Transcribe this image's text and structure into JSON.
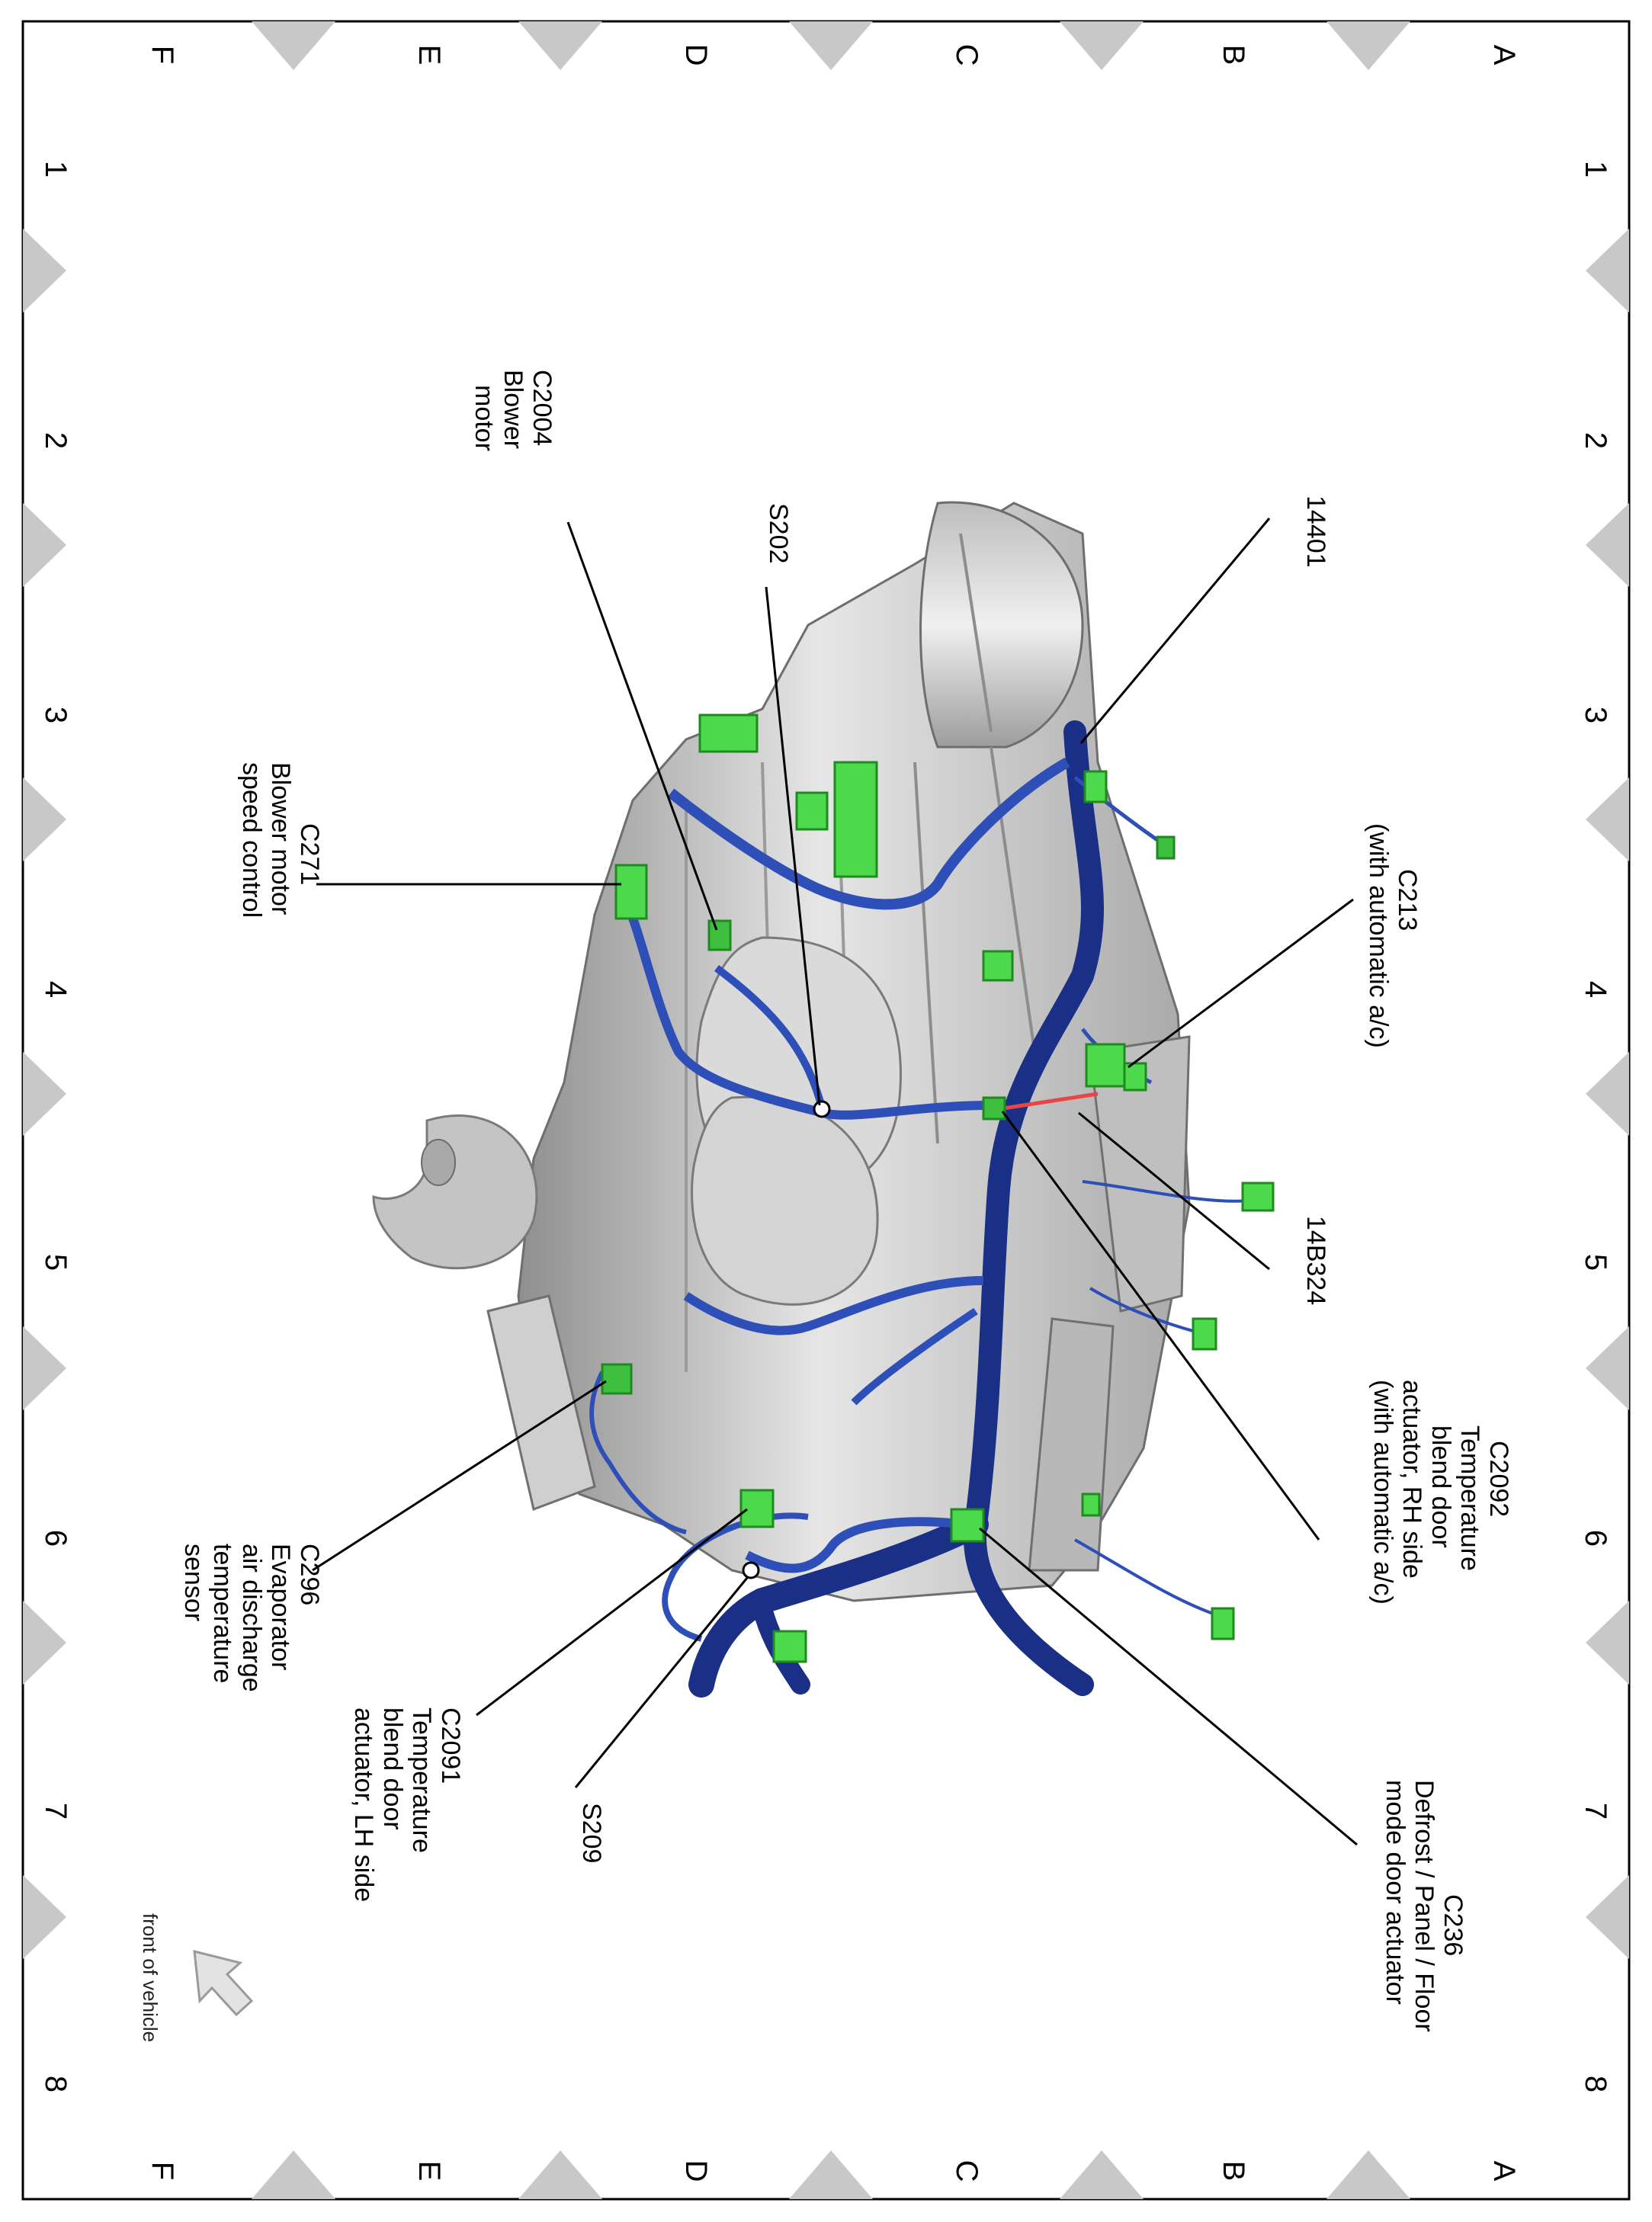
{
  "grid": {
    "letters": [
      "A",
      "B",
      "C",
      "D",
      "E",
      "F"
    ],
    "numbers": [
      "1",
      "2",
      "3",
      "4",
      "5",
      "6",
      "7",
      "8"
    ]
  },
  "callouts": {
    "c14401": [
      "14401"
    ],
    "c213": [
      "C213",
      "(with automatic a/c)"
    ],
    "s202": [
      "S202"
    ],
    "c2004": [
      "C2004",
      "Blower",
      "motor"
    ],
    "c271": [
      "C271",
      "Blower motor",
      "speed control"
    ],
    "c14b324": [
      "14B324"
    ],
    "c2092": [
      "C2092",
      "Temperature",
      "blend door",
      "actuator, RH side",
      "(with automatic a/c)"
    ],
    "c236": [
      "C236",
      "Defrost / Panel / Floor",
      "mode door actuator"
    ],
    "c296": [
      "C296",
      "Evaporator",
      "air discharge",
      "temperature",
      "sensor"
    ],
    "c2091": [
      "C2091",
      "Temperature",
      "blend door",
      "actuator, LH side"
    ],
    "s209": [
      "S209"
    ]
  },
  "front_label": "front of vehicle",
  "colors": {
    "harness": "#1f3d9a",
    "harness_dark": "#15256e",
    "connector": "#4cd94c",
    "housing": "#c9c9c9",
    "splice_red": "#e84545",
    "marker": "#c8c8c8"
  }
}
